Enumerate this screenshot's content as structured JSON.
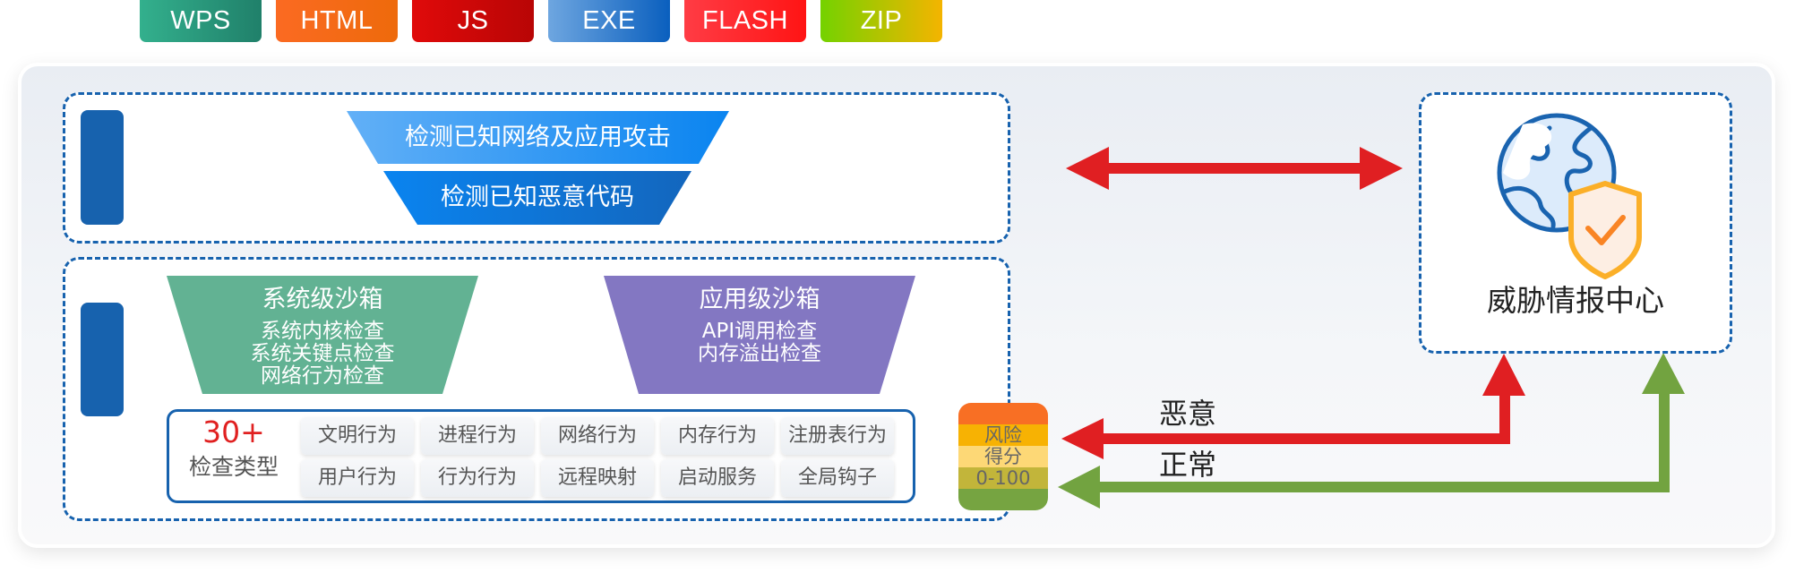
{
  "file_types": [
    {
      "label": "WPS",
      "colors": [
        "#33b08d",
        "#20806a"
      ]
    },
    {
      "label": "HTML",
      "colors": [
        "#fb6a22",
        "#ee6a0b"
      ]
    },
    {
      "label": "JS",
      "colors": [
        "#e00a0a",
        "#b80505"
      ]
    },
    {
      "label": "EXE",
      "colors": [
        "#6ea6e0",
        "#0a5fbe"
      ]
    },
    {
      "label": "FLASH",
      "colors": [
        "#ff3c45",
        "#ff1414"
      ]
    },
    {
      "label": "ZIP",
      "colors": [
        "#74d200",
        "#f4b400"
      ]
    }
  ],
  "static_detection": {
    "layers": [
      {
        "label": "检测已知网络及应用攻击",
        "colors": [
          "#62b0f7",
          "#0a84f0"
        ]
      },
      {
        "label": "检测已知恶意代码",
        "colors": [
          "#0a84f0",
          "#1366bd"
        ]
      }
    ]
  },
  "sandboxes": [
    {
      "title": "系统级沙箱",
      "items": [
        "系统内核检查",
        "系统关键点检查",
        "网络行为检查"
      ],
      "color": "#62b293"
    },
    {
      "title": "应用级沙箱",
      "items": [
        "API调用检查",
        "内存溢出检查"
      ],
      "color": "#8377c2"
    }
  ],
  "check_types": {
    "count": "30+",
    "label": "检查类型",
    "count_color": "#e02020",
    "rows": [
      [
        "文明行为",
        "进程行为",
        "网络行为",
        "内存行为",
        "注册表行为"
      ],
      [
        "用户行为",
        "行为行为",
        "远程映射",
        "启动服务",
        "全局钩子"
      ]
    ]
  },
  "risk_score": {
    "lines": [
      "风险",
      "得分",
      "0-100"
    ],
    "bands": [
      "#f86f24",
      "#f7b203",
      "#fdd876",
      "#c2b53a",
      "#76a441"
    ]
  },
  "flows": {
    "malicious": {
      "label": "恶意",
      "color": "#e01f22"
    },
    "normal": {
      "label": "正常",
      "color": "#72a340"
    },
    "sync_color": "#e01f22"
  },
  "threat_center": {
    "title": "威胁情报中心",
    "icon": "globe-shield-icon"
  }
}
